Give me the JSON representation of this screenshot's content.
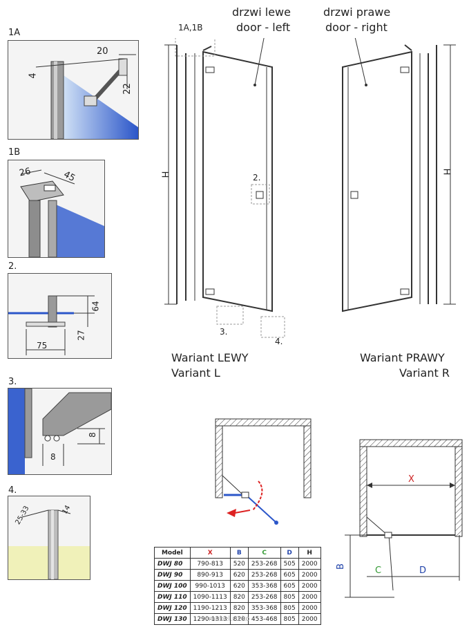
{
  "details": {
    "d1a": {
      "label": "1A",
      "dims": [
        "20",
        "4",
        "22"
      ]
    },
    "d1b": {
      "label": "1B",
      "dims": [
        "26",
        "45"
      ]
    },
    "d2": {
      "label": "2.",
      "dims": [
        "64",
        "27",
        "75"
      ]
    },
    "d3": {
      "label": "3.",
      "dims": [
        "8",
        "8"
      ]
    },
    "d4": {
      "label": "4.",
      "dims": [
        "25-33",
        "14"
      ]
    }
  },
  "door_left": {
    "pl": "drzwi lewe",
    "en": "door - left",
    "variant_pl": "Wariant LEWY",
    "variant_en": "Variant L",
    "callout_1a1b": "1A,1B",
    "callout_2": "2.",
    "callout_3": "3.",
    "callout_4": "4.",
    "height": "H"
  },
  "door_right": {
    "pl": "drzwi prawe",
    "en": "door - right",
    "variant_pl": "Wariant PRAWY",
    "variant_en": "Variant R",
    "height": "H"
  },
  "plan": {
    "x": "X",
    "b": "B",
    "c": "C",
    "d": "D"
  },
  "table": {
    "headers": [
      "Model",
      "X",
      "B",
      "C",
      "D",
      "H"
    ],
    "header_colors": [
      "#222222",
      "#cc2222",
      "#2244aa",
      "#339933",
      "#2244aa",
      "#222222"
    ],
    "rows": [
      [
        "DWJ 80",
        "790-813",
        "520",
        "253-268",
        "505",
        "2000"
      ],
      [
        "DWJ 90",
        "890-913",
        "620",
        "253-268",
        "605",
        "2000"
      ],
      [
        "DWJ 100",
        "990-1013",
        "620",
        "353-368",
        "605",
        "2000"
      ],
      [
        "DWJ 110",
        "1090-1113",
        "820",
        "253-268",
        "805",
        "2000"
      ],
      [
        "DWJ 120",
        "1190-1213",
        "820",
        "353-368",
        "805",
        "2000"
      ],
      [
        "DWJ 130",
        "1290-1313",
        "820",
        "453-468",
        "805",
        "2000"
      ]
    ]
  },
  "watermark": "mebel.ru.ko"
}
